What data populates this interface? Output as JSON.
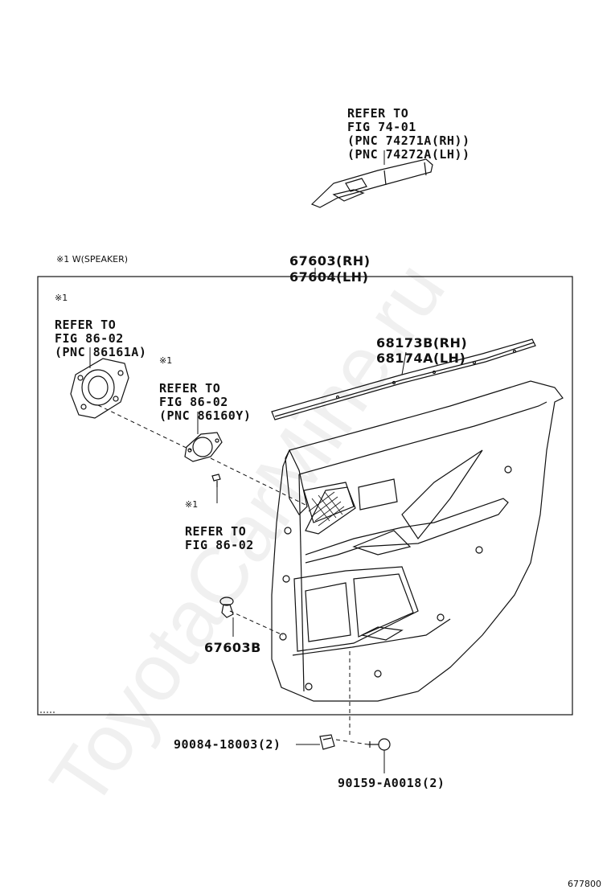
{
  "watermark": "ToyotaCarMine.ru",
  "figure_number": "677800",
  "speaker_note": "※1 W(SPEAKER)",
  "refer_switch": {
    "line1": "REFER TO",
    "line2": "FIG 74-01",
    "line3": "(PNC 74271A(RH))",
    "line4": "(PNC 74272A(LH))"
  },
  "panel_part": {
    "rh": "67603(RH)",
    "lh": "67604(LH)"
  },
  "weatherstrip_part": {
    "rh": "68173B(RH)",
    "lh": "68174A(LH)"
  },
  "speaker_outer": {
    "mark": "※1",
    "line1": "REFER TO",
    "line2": "FIG 86-02",
    "line3": "(PNC 86161A)"
  },
  "speaker_inner": {
    "mark": "※1",
    "line1": "REFER TO",
    "line2": "FIG 86-02",
    "line3": "(PNC 86160Y)"
  },
  "speaker_screw": {
    "mark": "※1",
    "line1": "REFER TO",
    "line2": "FIG 86-02"
  },
  "clip_part": "67603B",
  "nut_part": "90084-18003(2)",
  "screw_part": "90159-A0018(2)"
}
